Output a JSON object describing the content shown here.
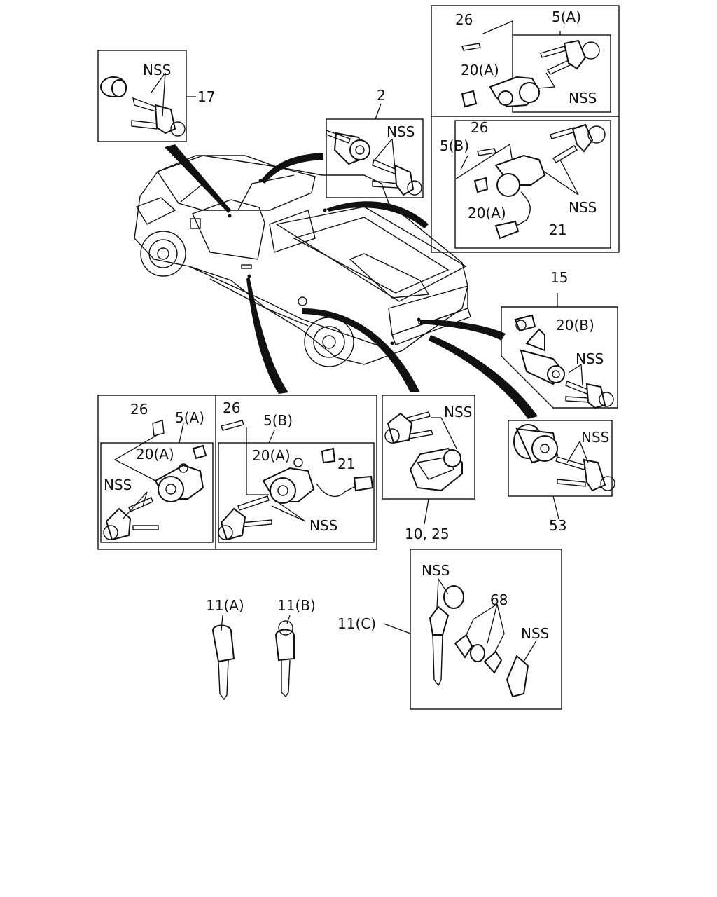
{
  "callouts": {
    "p17": "17",
    "p2": "2",
    "p5a_top": "5(A)",
    "p26_top": "26",
    "p20a_top": "20(A)",
    "nss_top": "NSS",
    "p26_mid": "26",
    "p5b_top": "5(B)",
    "p20a_mid": "20(A)",
    "nss_mid": "NSS",
    "p21_top": "21",
    "p15": "15",
    "p20b": "20(B)",
    "nss_15": "NSS",
    "nss_17": "NSS",
    "nss_2": "NSS",
    "p26_la": "26",
    "p5a_la": "5(A)",
    "p20a_la": "20(A)",
    "nss_la": "NSS",
    "p26_lb": "26",
    "p5b_lb": "5(B)",
    "p20a_lb": "20(A)",
    "p21_lb": "21",
    "nss_lb": "NSS",
    "nss_10": "NSS",
    "p10_25": "10, 25",
    "nss_53": "NSS",
    "p53": "53",
    "p11a": "11(A)",
    "p11b": "11(B)",
    "p11c": "11(C)",
    "nss_11c_a": "NSS",
    "p68": "68",
    "nss_11c_b": "NSS"
  }
}
